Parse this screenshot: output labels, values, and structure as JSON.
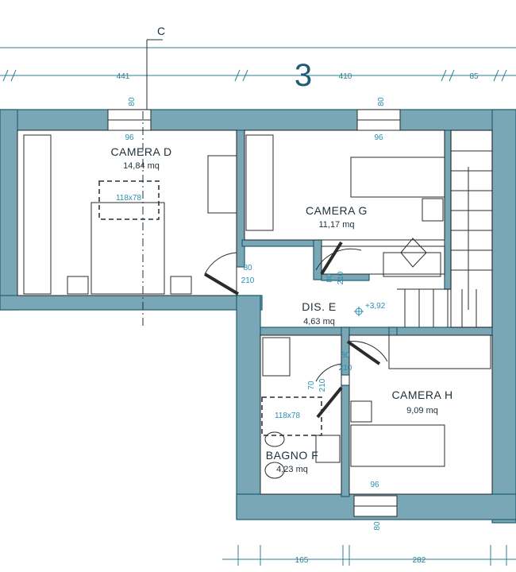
{
  "section_marker": "C",
  "level_number": "3",
  "colors": {
    "wall_fill": "#7aa7b6",
    "wall_stroke": "#1f5f76",
    "line": "#2b2b2b",
    "dim_text": "#2f7f94",
    "accent": "#2a8fb0"
  },
  "dimensions": {
    "top": [
      "441",
      "410",
      "85"
    ],
    "bottom": [
      "165",
      "282"
    ]
  },
  "windows": {
    "camera_d": {
      "label": "80",
      "sub": "96"
    },
    "camera_g": {
      "label": "80",
      "sub": "96"
    },
    "camera_h": {
      "label": "80",
      "sub": "96"
    }
  },
  "rooms": {
    "camera_d": {
      "name": "CAMERA D",
      "area": "14,84 mq"
    },
    "camera_g": {
      "name": "CAMERA G",
      "area": "11,17 mq"
    },
    "dis_e": {
      "name": "DIS. E",
      "area": "4,63 mq"
    },
    "camera_h": {
      "name": "CAMERA H",
      "area": "9,09 mq"
    },
    "bagno_f": {
      "name": "BAGNO F",
      "area": "4,23 mq"
    }
  },
  "doors": {
    "d_camera_d": {
      "w": "80",
      "h": "210"
    },
    "d_camera_g": {
      "w": "80",
      "h": "210"
    },
    "d_camera_h": {
      "w": "80",
      "h": "210"
    },
    "d_bagno": {
      "w": "70",
      "h": "210"
    }
  },
  "skylights": {
    "camera_d": "118x78",
    "bagno_f": "118x78"
  },
  "level_mark": "+3,92"
}
